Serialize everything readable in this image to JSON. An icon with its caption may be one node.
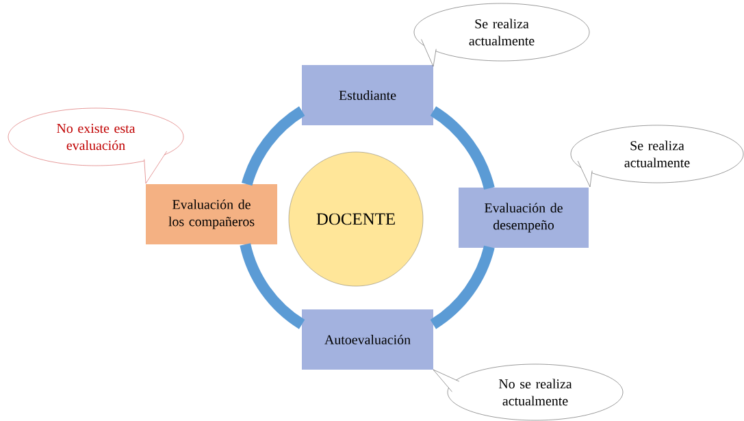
{
  "diagram": {
    "nodes": [
      {
        "text": [
          "DOCENTE"
        ]
      },
      {
        "text": [
          "Estudiante"
        ]
      },
      {
        "text": [
          "Evaluación de desempeño"
        ]
      },
      {
        "text": [
          "Autoevaluación"
        ]
      },
      {
        "text": [
          "Evaluación de los compañeros"
        ]
      },
      {
        "text": [
          "Se realiza actualmente"
        ]
      },
      {
        "text": [
          "Se realiza actualmente"
        ]
      },
      {
        "text": [
          "No se realiza actualmente"
        ]
      },
      {
        "text": [
          "No existe esta evaluación"
        ]
      }
    ],
    "edges": [
      {
        "from": 1,
        "to": 2,
        "arrow": "none"
      },
      {
        "from": 2,
        "to": 3,
        "arrow": "none"
      },
      {
        "from": 3,
        "to": 4,
        "arrow": "none"
      },
      {
        "from": 4,
        "to": 1,
        "arrow": "none"
      }
    ]
  }
}
